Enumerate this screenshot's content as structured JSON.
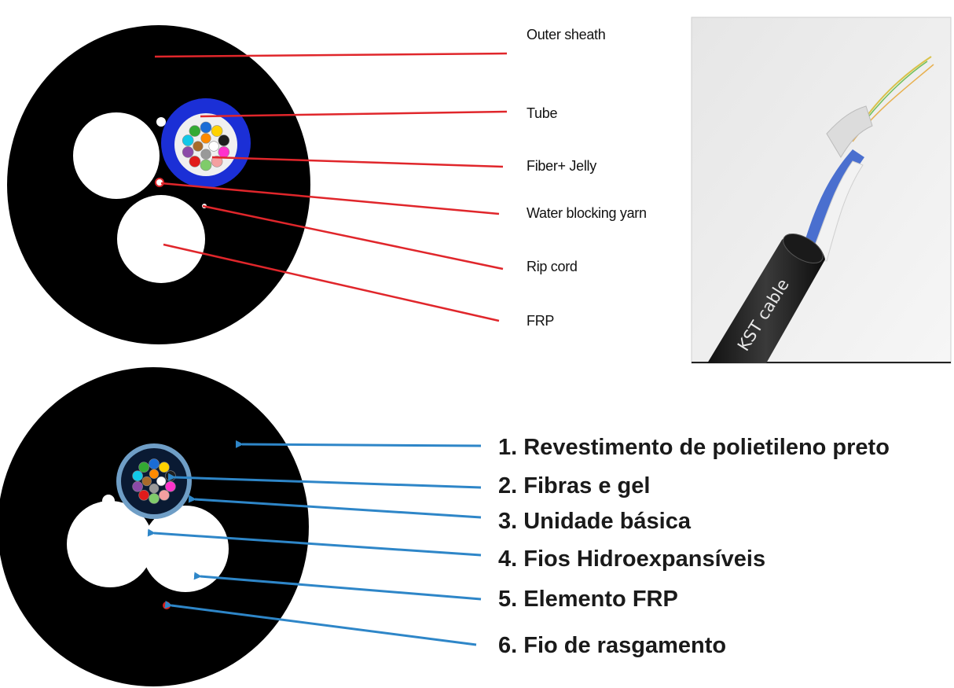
{
  "top_diagram": {
    "labels": [
      "Outer sheath",
      "Tube",
      "Fiber+ Jelly",
      "Water blocking yarn",
      "Rip cord",
      "FRP"
    ],
    "line_color": "#e0262b",
    "sheath_color": "#000000",
    "tube_color": "#1b2fd6",
    "fiber_colors": [
      "#1a6cd6",
      "#ffd200",
      "#1e1e1e",
      "#ff33cc",
      "#f4a0a0",
      "#7fcc6a",
      "#e11b1b",
      "#8b4aa8",
      "#11c8e8",
      "#33aa33",
      "#ffffff",
      "#999999",
      "#a86a2a",
      "#ff8a00"
    ]
  },
  "photo": {
    "cable_text": "KST cable"
  },
  "bottom_diagram": {
    "labels": [
      "1. Revestimento de polietileno preto",
      "2. Fibras e gel",
      "3. Unidade básica",
      "4. Fios Hidroexpansíveis",
      "5. Elemento FRP",
      "6. Fio de rasgamento"
    ],
    "arrow_color": "#2e86c8",
    "tube_fill": "#6f9ec6",
    "ripcord_color": "#d61f1f"
  }
}
